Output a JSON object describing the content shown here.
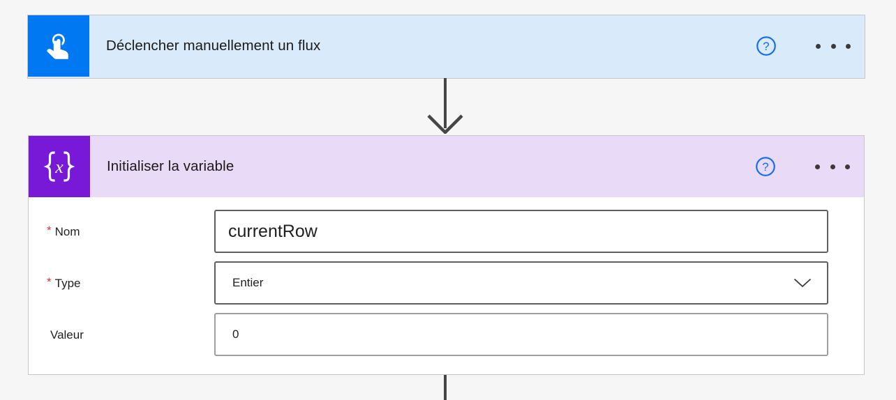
{
  "flow": {
    "trigger": {
      "title": "Déclencher manuellement un flux",
      "icon": "touch-tap-icon",
      "icon_bg": "#0078f2",
      "header_bg": "#d9eafb",
      "help_label": "?",
      "menu_label": "..."
    },
    "action": {
      "title": "Initialiser la variable",
      "icon": "variable-braces-x-icon",
      "icon_bg": "#7719d7",
      "header_bg": "#e9daf7",
      "help_label": "?",
      "menu_label": "...",
      "fields": [
        {
          "label": "Nom",
          "required": true,
          "required_marker": "*",
          "value": "currentRow",
          "control": "text-input"
        },
        {
          "label": "Type",
          "required": true,
          "required_marker": "*",
          "value": "Entier",
          "control": "dropdown"
        },
        {
          "label": "Valeur",
          "required": false,
          "required_marker": "",
          "value": "0",
          "control": "text-input"
        }
      ]
    },
    "colors": {
      "canvas": "#f6f6f6",
      "connector": "#484644",
      "required_asterisk": "#d13438",
      "help_icon": "#0f6cf5",
      "card_border": "#c8c6c4"
    }
  }
}
